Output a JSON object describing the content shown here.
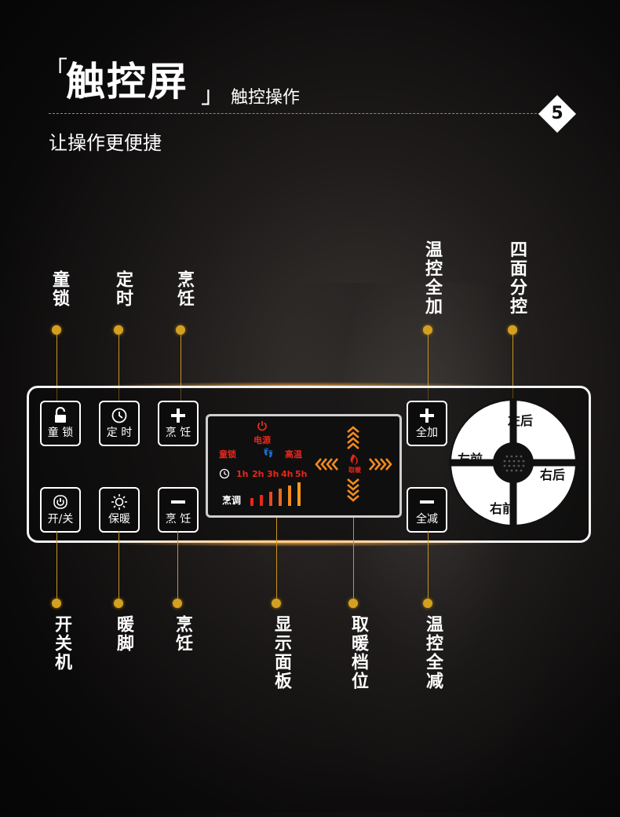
{
  "header": {
    "bracket_open": "「",
    "title": "触控屏",
    "bracket_close": "」",
    "subtitle": "触控操作",
    "badge": "5",
    "tagline": "让操作更便捷"
  },
  "top_labels": {
    "child_lock": "童锁",
    "timer": "定时",
    "cook_plus": "烹饪",
    "temp_all_up": "温控全加",
    "four_zone": "四面分控"
  },
  "bottom_labels": {
    "power": "开关机",
    "warm_feet": "暖脚",
    "cook_minus": "烹饪",
    "display_panel": "显示面板",
    "heat_level": "取暖档位",
    "temp_all_down": "温控全减"
  },
  "buttons": {
    "child_lock": "童 锁",
    "timer": "定 时",
    "cook_plus": "烹 饪",
    "all_up": "全加",
    "power": "开/关",
    "warm": "保暖",
    "cook_minus": "烹 饪",
    "all_down": "全减"
  },
  "display": {
    "power_label": "电源",
    "child_lock": "童锁",
    "high_temp": "高温",
    "hours": [
      "1h",
      "2h",
      "3h",
      "4h",
      "5h"
    ],
    "cook_adjust": "烹调",
    "heat_badge": "取暖"
  },
  "wheel": {
    "left_rear": "左后",
    "right_rear": "右后",
    "left_front": "左前",
    "right_front": "右前"
  },
  "colors": {
    "accent_gold": "#d4a020",
    "display_red": "#e8261c",
    "display_orange": "#f28a1e"
  }
}
